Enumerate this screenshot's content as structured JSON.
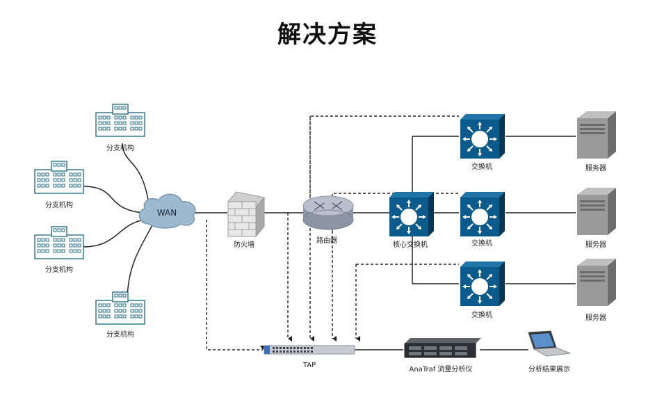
{
  "title": "解决方案",
  "nodes": {
    "branch_1": "分支机构",
    "branch_2": "分支机构",
    "branch_3": "分支机构",
    "branch_4": "分支机构",
    "wan": "WAN",
    "firewall": "防火墙",
    "router": "路由器",
    "core_switch": "核心交换机",
    "switch_top": "交换机",
    "switch_mid": "交换机",
    "switch_bottom": "交换机",
    "server_top": "服务器",
    "server_mid": "服务器",
    "server_bottom": "服务器",
    "tap": "TAP",
    "anatraf": "AnaTraf 流量分析仪",
    "display": "分析结果展示"
  },
  "icons": {
    "branch": "office-building-icon",
    "wan": "cloud-icon",
    "firewall": "brick-firewall-icon",
    "router": "router-icon",
    "switch": "network-switch-icon",
    "server": "server-tower-icon",
    "tap": "network-tap-icon",
    "anatraf": "rack-server-icon",
    "display": "laptop-icon"
  },
  "colors": {
    "switch": "#0b4f7c",
    "building": "#2a6f8a",
    "cloud": "#8fb0c8",
    "line": "#222222"
  }
}
